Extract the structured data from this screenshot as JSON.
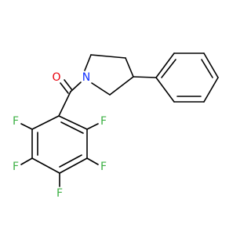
{
  "colors": {
    "background": "#ffffff",
    "bond": "#000000",
    "oxygen": "#e8000b",
    "nitrogen": "#1030ff",
    "fluorine": "#3cb043"
  },
  "atoms": {
    "oxygen": "O",
    "nitrogen": "N",
    "fluorine_1": "F",
    "fluorine_2": "F",
    "fluorine_3": "F",
    "fluorine_4": "F",
    "fluorine_5": "F"
  }
}
